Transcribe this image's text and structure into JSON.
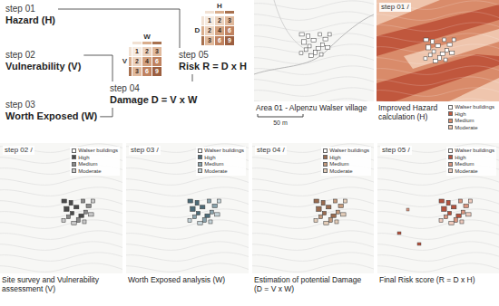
{
  "diagram": {
    "nodes": [
      {
        "text": [
          "step 01",
          "Hazard (H)"
        ]
      },
      {
        "text": [
          "step 02",
          "Vulnerability (V)"
        ]
      },
      {
        "text": [
          "step 03",
          "Worth Exposed (W)"
        ]
      },
      {
        "text": [
          "step 04",
          "Damage D = V x W"
        ]
      },
      {
        "text": [
          "step 05",
          "Risk R = D x H"
        ]
      },
      {
        "text": [
          "Area 01 - Alpenzu Walser village"
        ]
      },
      {
        "text": [
          "step 01 /",
          "Improved Hazard calculation (H)"
        ]
      },
      {
        "text": [
          "step 02 /",
          "Site survey and Vulnerability assessment (V)"
        ]
      },
      {
        "text": [
          "step 03 /",
          "Worth Exposed analysis (W)"
        ]
      },
      {
        "text": [
          "step 04 /",
          "Estimation of potential Damage (D = V x W)"
        ]
      },
      {
        "text": [
          "step 05 /",
          "Final Risk score (R = D x H)"
        ]
      }
    ],
    "edges": [
      {
        "from": 0,
        "to": 4,
        "arrow": "none"
      },
      {
        "from": 1,
        "to": 3,
        "arrow": "none"
      },
      {
        "from": 2,
        "to": 3,
        "arrow": "none"
      },
      {
        "from": 3,
        "to": 4,
        "arrow": "none"
      }
    ],
    "labels": [
      "H",
      "D",
      "1",
      "2",
      "3",
      "2",
      "4",
      "6",
      "3",
      "6",
      "9",
      "W",
      "V",
      "1",
      "2",
      "3",
      "2",
      "4",
      "6",
      "3",
      "6",
      "9",
      "50 m"
    ],
    "legend": [
      {
        "text": "Walser buildings",
        "color": "#ffffff"
      },
      {
        "text": "High",
        "color": "#c0573d"
      },
      {
        "text": "Medium",
        "color": "#d98b6a"
      },
      {
        "text": "Moderate",
        "color": "#efc5ad"
      },
      {
        "text": "Walser buildings",
        "color": "#ffffff"
      },
      {
        "text": "High",
        "color": "#4a4a4a"
      },
      {
        "text": "Medium",
        "color": "#8a8a8a"
      },
      {
        "text": "Moderate",
        "color": "#c8c8c8"
      },
      {
        "text": "Walser buildings",
        "color": "#ffffff"
      },
      {
        "text": "High",
        "color": "#4d6b78"
      },
      {
        "text": "Medium",
        "color": "#8aa3ad"
      },
      {
        "text": "Moderate",
        "color": "#c6d4d9"
      },
      {
        "text": "Walser buildings",
        "color": "#ffffff"
      },
      {
        "text": "High",
        "color": "#9a6b4f"
      },
      {
        "text": "Medium",
        "color": "#c49a7c"
      },
      {
        "text": "Moderate",
        "color": "#e3cdb9"
      },
      {
        "text": "Walser buildings",
        "color": "#ffffff"
      },
      {
        "text": "High",
        "color": "#b5523d"
      },
      {
        "text": "Medium",
        "color": "#d9957f"
      },
      {
        "text": "Moderate",
        "color": "#eecabd"
      }
    ]
  }
}
